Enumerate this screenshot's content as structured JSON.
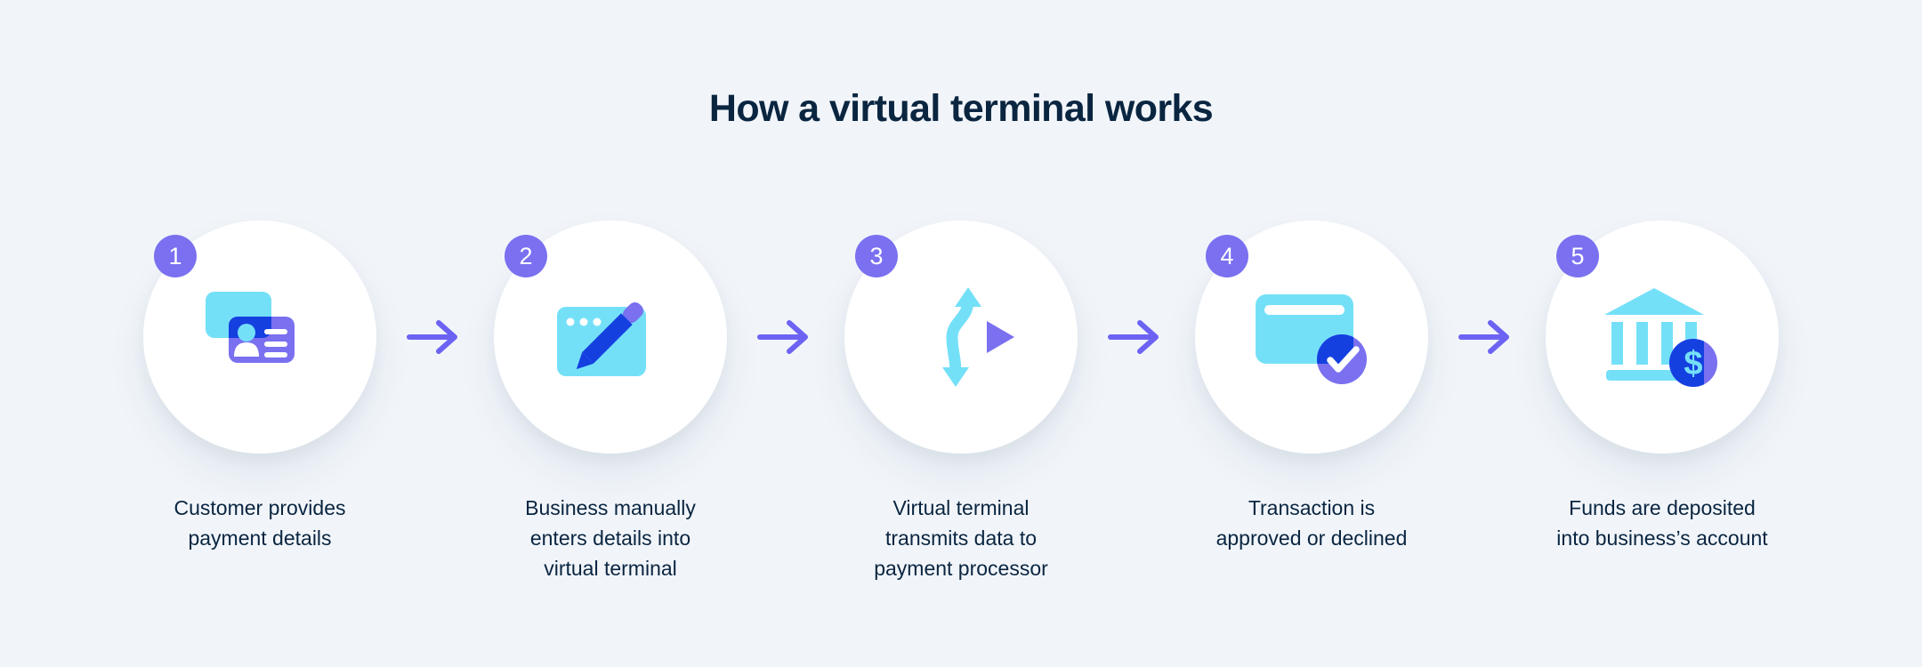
{
  "page": {
    "title": "How a virtual terminal works"
  },
  "palette": {
    "background": "#f1f5fa",
    "navy_text": "#0a2540",
    "badge_purple": "#7a70f0",
    "connector_arrow_purple": "#6c63f3",
    "icon_cyan": "#74e0f8",
    "icon_blue": "#1540e0",
    "icon_purple": "#7a70f0",
    "circle_white": "#ffffff"
  },
  "icons": {
    "dollar_glyph": "$"
  },
  "steps": [
    {
      "number": "1",
      "icon": "id-card-icon",
      "label": [
        "Customer provides",
        "payment details"
      ]
    },
    {
      "number": "2",
      "icon": "browser-pencil-icon",
      "label": [
        "Business manually",
        "enters details into",
        "virtual terminal"
      ]
    },
    {
      "number": "3",
      "icon": "route-arrows-icon",
      "label": [
        "Virtual terminal",
        "transmits data to",
        "payment processor"
      ]
    },
    {
      "number": "4",
      "icon": "card-approved-icon",
      "label": [
        "Transaction is",
        "approved or declined"
      ]
    },
    {
      "number": "5",
      "icon": "bank-deposit-icon",
      "label": [
        "Funds are deposited",
        "into business’s account"
      ]
    }
  ]
}
